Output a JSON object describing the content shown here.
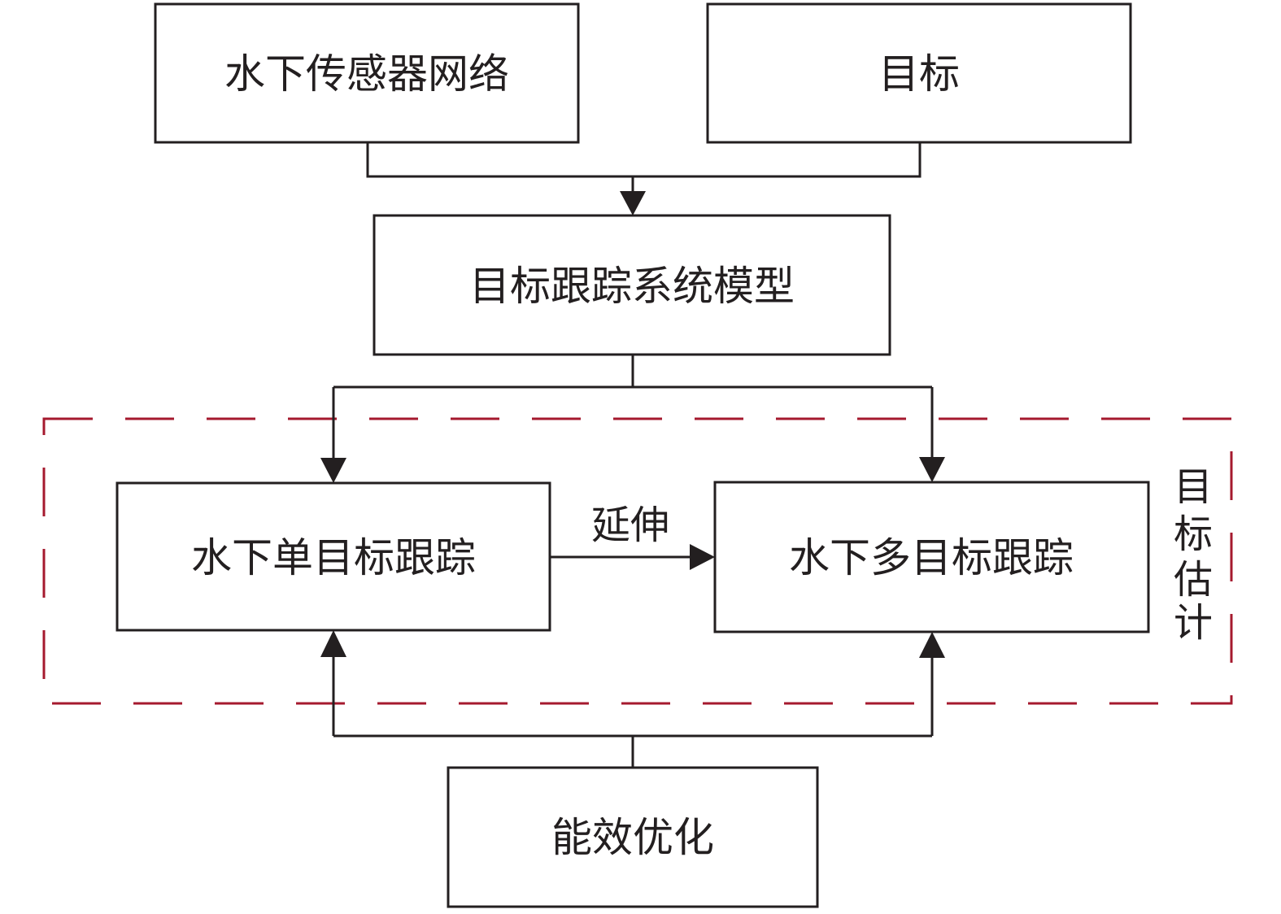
{
  "diagram": {
    "nodes": {
      "sensor_network": "水下传感器网络",
      "target": "目标",
      "tracking_model": "目标跟踪系统模型",
      "single_target": "水下单目标跟踪",
      "multi_target": "水下多目标跟踪",
      "energy_optimization": "能效优化"
    },
    "edge_label_extend": "延伸",
    "group_label": [
      "目",
      "标",
      "估",
      "计"
    ],
    "colors": {
      "line": "#231f20",
      "group_border": "#a5192e",
      "background": "#ffffff"
    }
  }
}
